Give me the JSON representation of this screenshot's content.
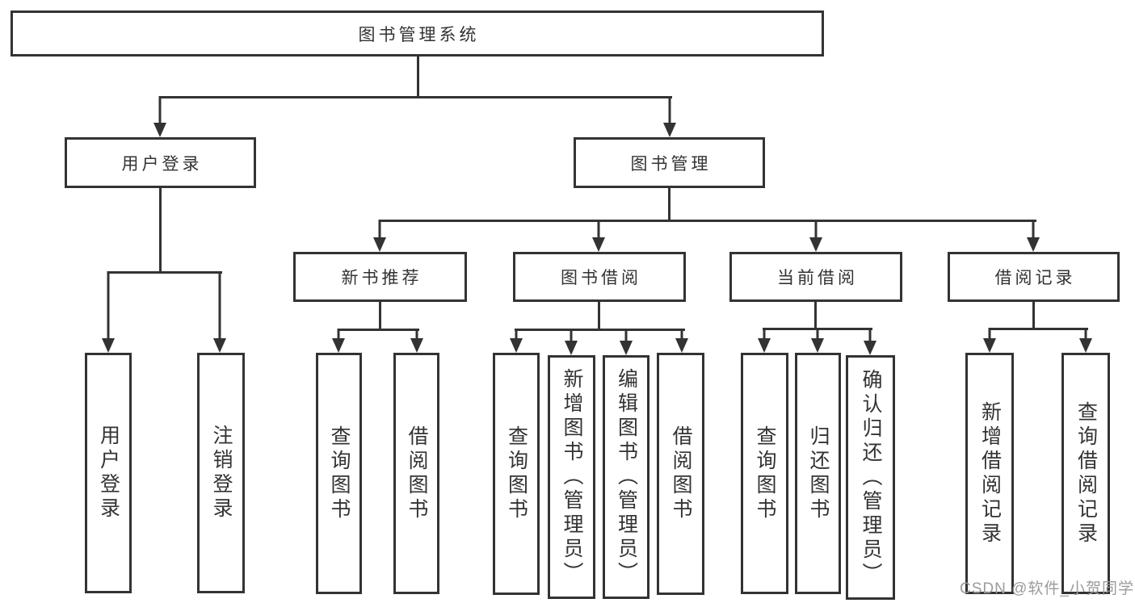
{
  "nodes": {
    "root": "图书管理系统",
    "userLogin": "用户登录",
    "bookManagement": "图书管理",
    "newBookRecommend": "新书推荐",
    "bookBorrowing": "图书借阅",
    "currentBorrowing": "当前借阅",
    "borrowingRecords": "借阅记录",
    "leafUserLogin": "用户登录",
    "leafLogout": "注销登录",
    "leafQueryBooksRecommend": "查询图书",
    "leafBorrowBooksRecommend": "借阅图书",
    "leafQueryBooksBorrowing": "查询图书",
    "leafAddBooksAdmin": "新增图书（管理员）",
    "leafEditBooksAdmin": "编辑图书（管理员）",
    "leafBorrowBooksBorrowing": "借阅图书",
    "leafQueryBooksCurrent": "查询图书",
    "leafReturnBooks": "归还图书",
    "leafConfirmReturnAdmin": "确认归还（管理员）",
    "leafAddBorrowRecord": "新增借阅记录",
    "leafQueryBorrowRecord": "查询借阅记录"
  },
  "watermark": "CSDN @软件_小贺同学",
  "colors": {
    "line": "#333333",
    "text": "#333333",
    "watermark": "#9b9b9b",
    "background": "#ffffff"
  }
}
